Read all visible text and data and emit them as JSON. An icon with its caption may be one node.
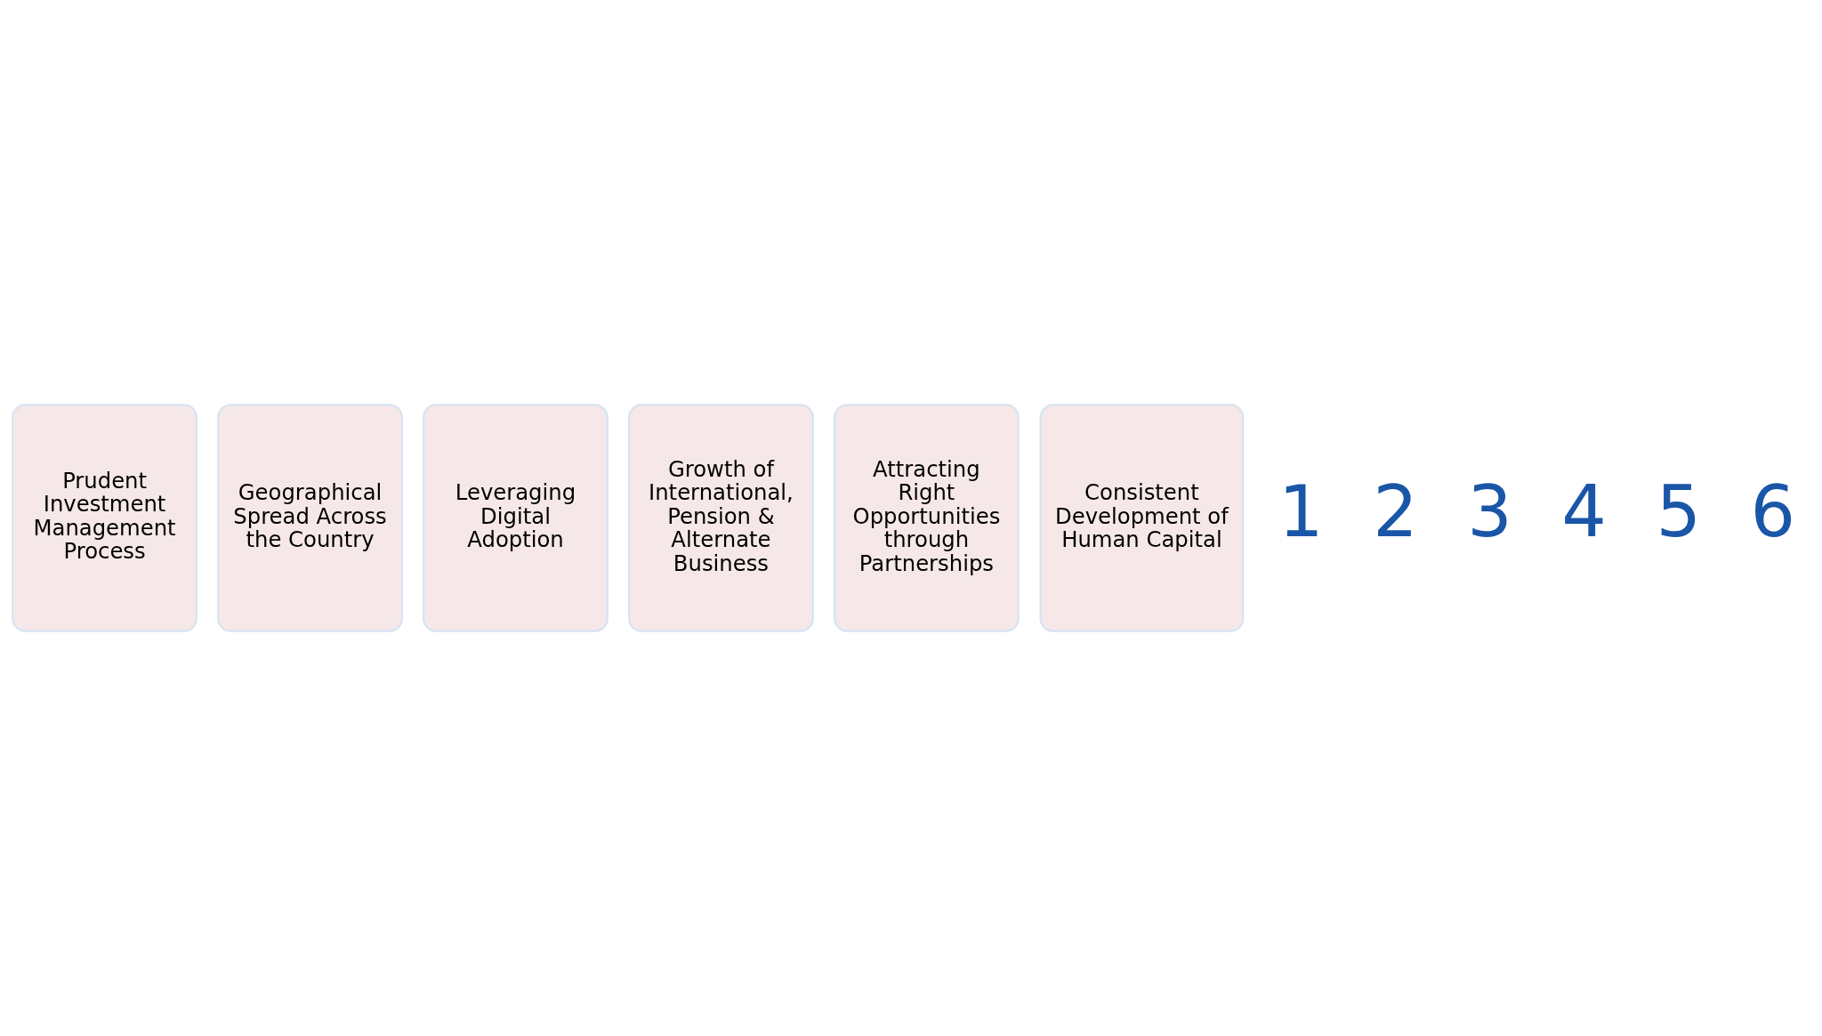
{
  "diagram": {
    "nodes": [
      {
        "text": [
          "Prudent Investment Management Process"
        ]
      },
      {
        "text": [
          "Geographical Spread Across the Country"
        ]
      },
      {
        "text": [
          "Leveraging Digital Adoption"
        ]
      },
      {
        "text": [
          "Growth of International, Pension & Alternate Business"
        ]
      },
      {
        "text": [
          "Attracting Right Opportunities through Partnerships"
        ]
      },
      {
        "text": [
          "Consistent Development of Human Capital"
        ]
      }
    ],
    "labels": [
      "1",
      "2",
      "3",
      "4",
      "5",
      "6"
    ]
  }
}
